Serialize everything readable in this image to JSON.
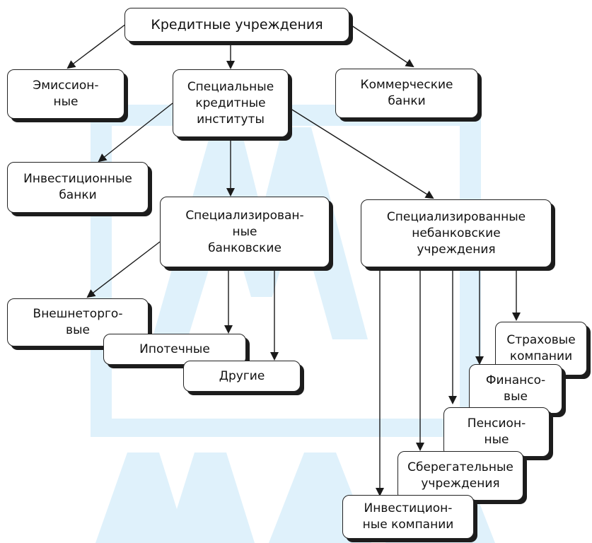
{
  "diagram": {
    "root": "Кредитные  учреждения",
    "emission": "Эмиссион-\nные",
    "special": "Специальные\nкредитные\nинституты",
    "commercial": "Коммерческие\nбанки",
    "investment_banks": "Инвестиционные\nбанки",
    "specialized_banking": "Специализирован-\nные\nбанковские",
    "specialized_nonbanking": "Специализированные\nнебанковские\nучреждения",
    "foreign_trade": "Внешнеторго-\nвые",
    "mortgage": "Ипотечные",
    "other": "Другие",
    "insurance": "Страховые\nкомпании",
    "finance": "Финансо-\nвые",
    "pension": "Пенсион-\nные",
    "savings": "Сберегательные\nучреждения",
    "investment_companies": "Инвестицион-\nные компании"
  },
  "colors": {
    "watermark": "#dff1fb",
    "line": "#1a1a1a"
  }
}
